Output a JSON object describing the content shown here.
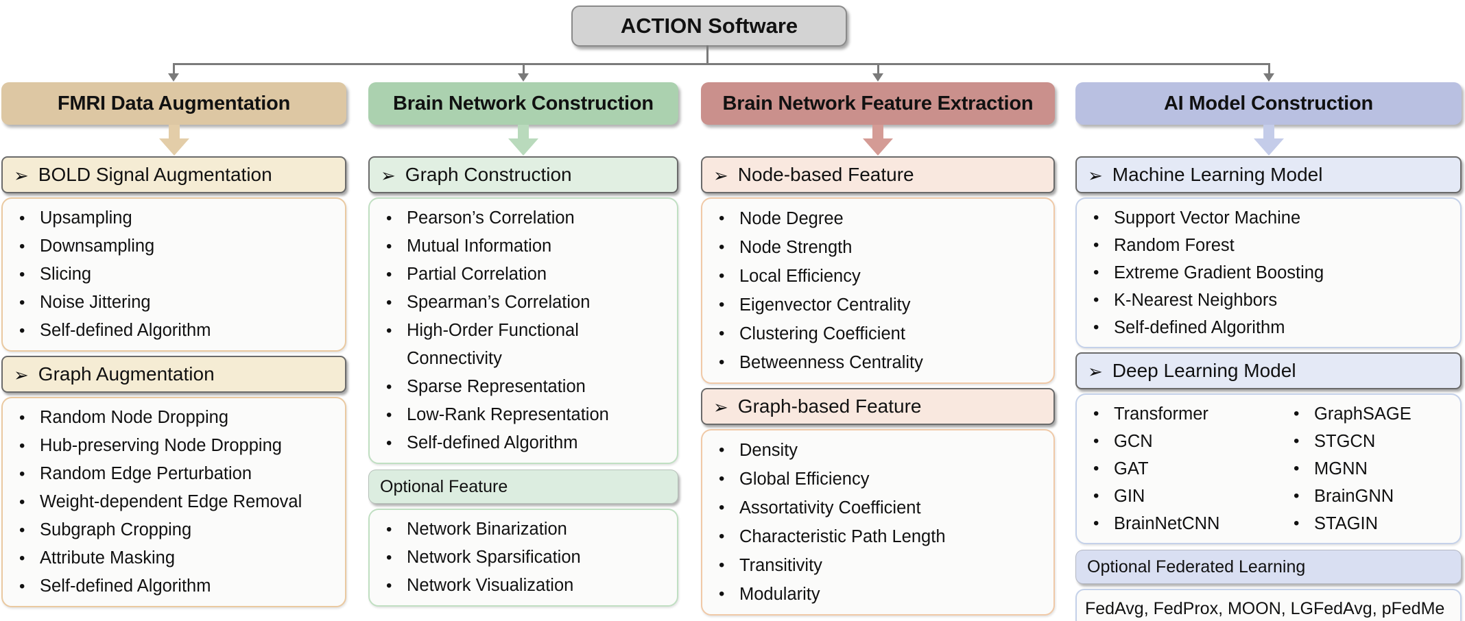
{
  "title": "ACTION Software",
  "palette": {
    "connector": "#7a7a7a",
    "title_bg": "#d3d3d3",
    "title_border": "#8a8a8a",
    "box_bg": "#fbfbfa",
    "sub_border": "#6a6a6a"
  },
  "icons": {
    "subsection_marker": "➢",
    "bullet": "•"
  },
  "columns": [
    {
      "header": "FMRI Data Augmentation",
      "colors": {
        "header_bg": "#ddc7a3",
        "arrow": "#e3cda8",
        "sub_bg": "#f5ecd4",
        "list_border": "#eac9a0"
      },
      "subsections": [
        {
          "label": "BOLD Signal Augmentation",
          "items": [
            "Upsampling",
            "Downsampling",
            "Slicing",
            "Noise Jittering",
            "Self-defined Algorithm"
          ]
        },
        {
          "label": "Graph Augmentation",
          "items": [
            "Random Node Dropping",
            "Hub-preserving Node Dropping",
            "Random Edge Perturbation",
            "Weight-dependent Edge Removal",
            "Subgraph Cropping",
            "Attribute Masking",
            "Self-defined Algorithm"
          ]
        }
      ]
    },
    {
      "header": "Brain Network Construction",
      "colors": {
        "header_bg": "#abd1af",
        "arrow": "#b9dabc",
        "sub_bg": "#e1efe2",
        "list_border": "#c0dfc2",
        "optional_bg": "#dcede0"
      },
      "subsections": [
        {
          "label": "Graph Construction",
          "items": [
            "Pearson’s Correlation",
            "Mutual Information",
            "Partial Correlation",
            "Spearman’s Correlation",
            "High-Order Functional Connectivity",
            "Sparse Representation",
            "Low-Rank Representation",
            "Self-defined Algorithm"
          ]
        }
      ],
      "optional": {
        "label": "Optional Feature",
        "items": [
          "Network Binarization",
          "Network Sparsification",
          "Network Visualization"
        ]
      }
    },
    {
      "header": "Brain Network Feature Extraction",
      "colors": {
        "header_bg": "#ca908c",
        "arrow": "#d49b95",
        "sub_bg": "#f9e8df",
        "list_border": "#f0c9a7"
      },
      "subsections": [
        {
          "label": "Node-based Feature",
          "items": [
            "Node Degree",
            "Node Strength",
            "Local Efficiency",
            "Eigenvector Centrality",
            "Clustering Coefficient",
            "Betweenness Centrality"
          ]
        },
        {
          "label": "Graph-based Feature",
          "items": [
            "Density",
            "Global Efficiency",
            "Assortativity Coefficient",
            "Characteristic Path Length",
            "Transitivity",
            "Modularity"
          ]
        }
      ]
    },
    {
      "header": "AI Model Construction",
      "colors": {
        "header_bg": "#b9c0e1",
        "arrow": "#c4cce9",
        "sub_bg": "#e4e9f6",
        "list_border": "#c4d1e9",
        "optional_bg": "#d9dff2"
      },
      "subsections": [
        {
          "label": "Machine Learning Model",
          "items": [
            "Support Vector Machine",
            "Random Forest",
            "Extreme Gradient Boosting",
            "K-Nearest Neighbors",
            "Self-defined Algorithm"
          ]
        },
        {
          "label": "Deep Learning Model",
          "items_left": [
            "Transformer",
            "GCN",
            "GAT",
            "GIN",
            "BrainNetCNN"
          ],
          "items_right": [
            "GraphSAGE",
            "STGCN",
            "MGNN",
            "BrainGNN",
            "STAGIN"
          ]
        }
      ],
      "optional": {
        "label": "Optional Federated Learning",
        "text": "FedAvg, FedProx, MOON, LGFedAvg, pFedMe"
      }
    }
  ]
}
